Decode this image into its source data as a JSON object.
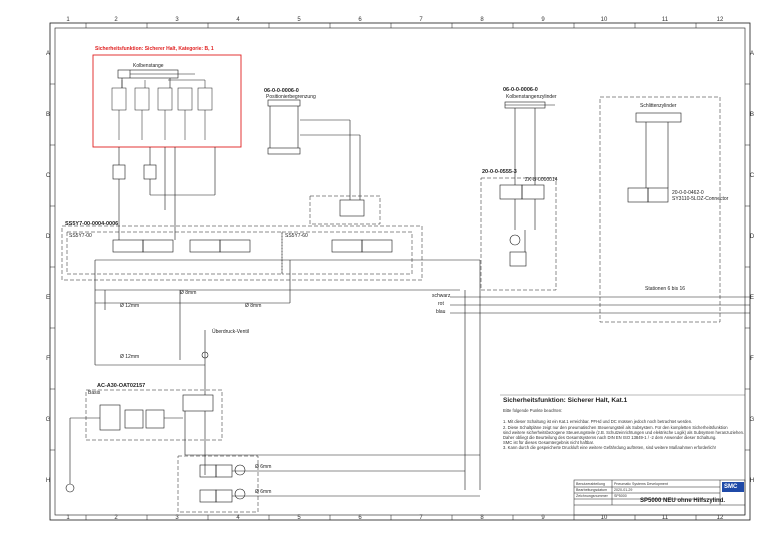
{
  "grid": {
    "columns": [
      "1",
      "2",
      "3",
      "4",
      "5",
      "6",
      "7",
      "8",
      "9",
      "10",
      "11",
      "12"
    ],
    "rows": [
      "A",
      "B",
      "C",
      "D",
      "E",
      "F",
      "G",
      "H"
    ]
  },
  "safety_box_title": "Sicherheitsfunktion: Sicherer Halt, Kategorie: B, 1",
  "components": {
    "cyl_left_code": "06-0-0-0006-0",
    "cyl_left_label": "Positionierbegrenzung",
    "cyl_mid_code": "06-0-0-0006-0",
    "cyl_mid_label": "Kolbenstangenzylinder",
    "cyl_right_label": "Schlittenzylinder",
    "valve_block_right_code": "20-0-0-0555-3",
    "valve_block_right_sub": "ZK-B-0000014",
    "valve_far_right_code": "20-0-0-0462-0",
    "valve_far_right_sub": "SY3110-5LOZ-Connector",
    "manifold_1": "SS5Y7-00-0004-0006",
    "manifold_1_sub": "SS5Y7-00",
    "manifold_2": "SS5Y7-60",
    "station_label": "Stationen 6 bis 16",
    "frl_code": "AC-A30-OAT02157",
    "frl_sub": "Basis",
    "pressure_switch_label": "Überdruck-Ventil",
    "left_cyl_label": "Kolbenstange",
    "tube_6mm": "Ø 6mm",
    "tube_12mm": "Ø 12mm",
    "tube_8mm": "Ø 8mm"
  },
  "signal_wires": [
    "schwarz",
    "rot",
    "blau"
  ],
  "notes": {
    "title": "Sicherheitsfunktion:  Sicherer Halt, Kat.1",
    "intro": "Bitte folgende Punkte beachten:",
    "items": [
      "1. Mit dieser Schaltung ist ein Kat.1 erreichbar. PFHd und DC müssen jedoch noch betrachtet werden.",
      "2. Diese Schaltpläne zeigt nur den pneumatischen Steuerungsteil als Subsystem. Für den kompletten Sicherheitsfunktion",
      "   sind weitere sicherheitsbezogene Steuerungsteile (z.B. Schutzeinrichtungen und elektrische Logik) als Subsystem heranzuziehen.",
      "   Daher obliegt die Beurteilung des Gesamtsystems nach DIN EN ISO 13849-1 / -2 dem Anwender dieser Schaltung.",
      "   SMC ist für dieses Gesamtergebnis nicht haftbar.",
      "3. Kann durch die gespeicherte Druckluft eine weitere Gefährdung auftreten, sind weitere Maßnahmen erforderlich!"
    ]
  },
  "title_block": {
    "logo": "SMC",
    "drawing_title": "SP5000 NEU ohne Hilfszylind.",
    "rows": [
      [
        "Benutzerabteilung",
        "Pneumatic Systems Development"
      ],
      [
        "Bearbeitungsdatum",
        "2020-01-29"
      ],
      [
        "Zeichnungsnummer",
        "SP5000"
      ]
    ]
  },
  "colors": {
    "line": "#1a1a1a",
    "safety_box": "#e02020",
    "background": "#ffffff",
    "logo_blue": "#1f4aa8"
  }
}
